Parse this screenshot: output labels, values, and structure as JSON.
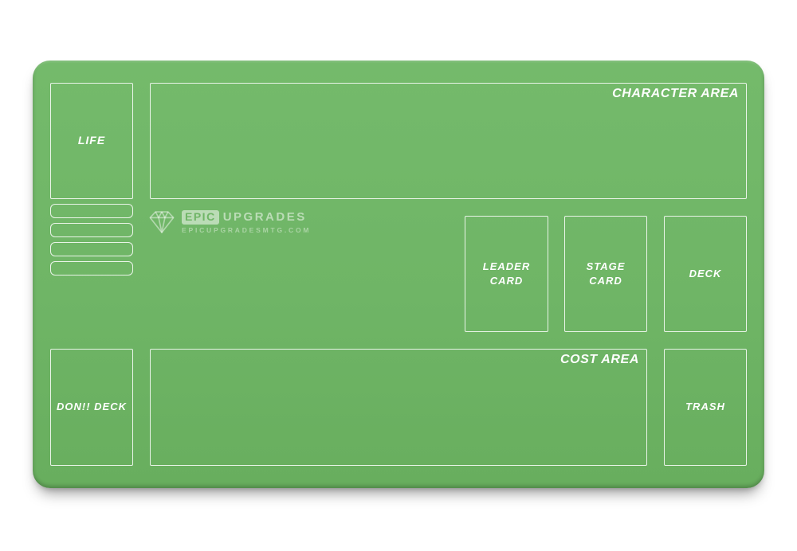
{
  "page": {
    "background_color": "#ffffff"
  },
  "playmat": {
    "surface_color": "#6fb566",
    "zone_line_color": "rgba(255,255,255,0.85)",
    "label_color": "#ffffff",
    "life_slots_count": 4,
    "zones": {
      "life": {
        "label": "LIFE"
      },
      "character_area": {
        "label": "CHARACTER AREA"
      },
      "leader_card": {
        "lines": [
          "LEADER",
          "CARD"
        ]
      },
      "stage_card": {
        "lines": [
          "STAGE",
          "CARD"
        ]
      },
      "deck": {
        "label": "DECK"
      },
      "cost_area": {
        "label": "COST AREA"
      },
      "don_deck": {
        "label": "DON!! DECK"
      },
      "trash": {
        "label": "TRASH"
      }
    },
    "watermark": {
      "icon": "diamond-icon",
      "brand_word_boxed": "EPIC",
      "brand_word": "UPGRADES",
      "website": "EPICUPGRADESMTG.COM"
    }
  }
}
